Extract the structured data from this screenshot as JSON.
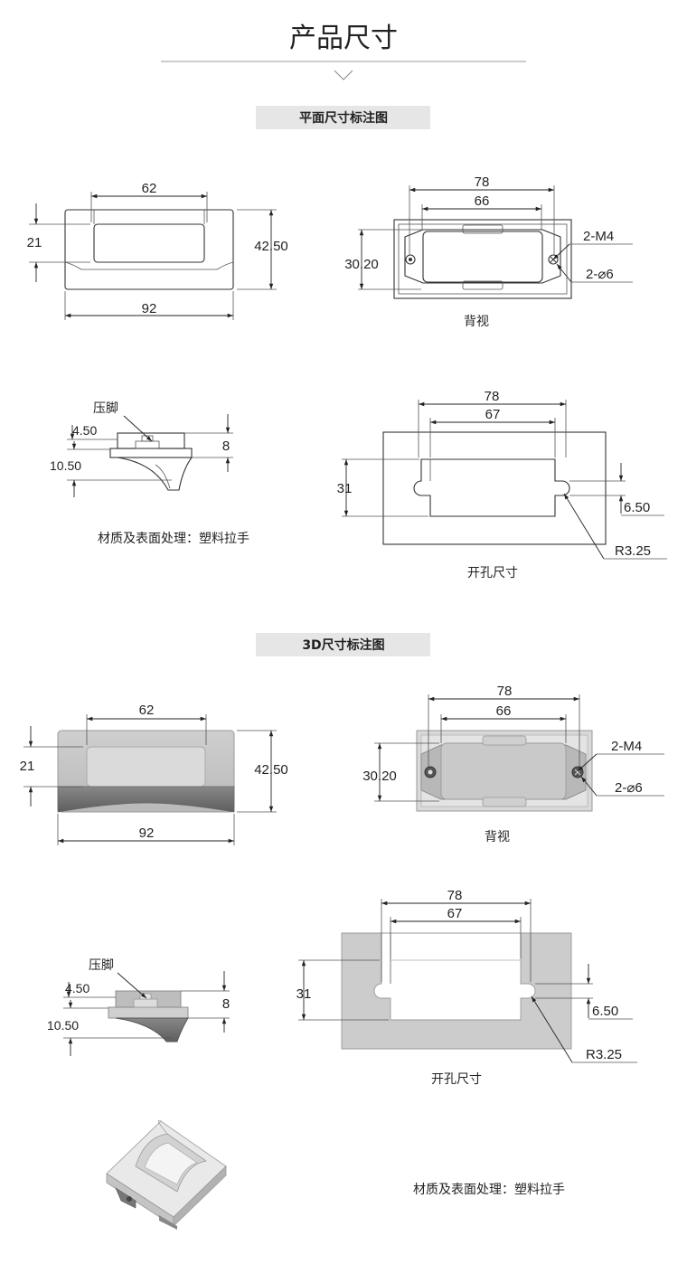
{
  "page_title": "产品尺寸",
  "sections": {
    "plan_title": "平面尺寸标注图",
    "threed_title": "3D尺寸标注图"
  },
  "plan": {
    "front": {
      "width_top": "62",
      "height_inner": "21",
      "height_total": "42.50",
      "width_total": "92"
    },
    "back": {
      "width_outer": "78",
      "width_inner": "66",
      "height": "30.20",
      "thread": "2-M4",
      "hole": "2-⌀6",
      "caption": "背视"
    },
    "side": {
      "foot_label": "压脚",
      "d1": "4.50",
      "d2": "10.50",
      "d3": "8"
    },
    "material": "材质及表面处理：塑料拉手",
    "cutout": {
      "w1": "78",
      "w2": "67",
      "h": "31",
      "notch": "6.50",
      "radius": "R3.25",
      "caption": "开孔尺寸"
    }
  },
  "threed": {
    "front": {
      "width_top": "62",
      "height_inner": "21",
      "height_total": "42.50",
      "width_total": "92"
    },
    "back": {
      "width_outer": "78",
      "width_inner": "66",
      "height": "30.20",
      "thread": "2-M4",
      "hole": "2-⌀6",
      "caption": "背视"
    },
    "side": {
      "foot_label": "压脚",
      "d1": "4.50",
      "d2": "10.50",
      "d3": "8"
    },
    "cutout": {
      "w1": "78",
      "w2": "67",
      "h": "31",
      "notch": "6.50",
      "radius": "R3.25",
      "caption": "开孔尺寸"
    },
    "material": "材质及表面处理：塑料拉手"
  },
  "colors": {
    "banner": "#e6e6e6",
    "fill_light": "#d4d4d4",
    "fill_dark": "#7a7a7a",
    "line": "#222222"
  },
  "icons": {
    "arrow": "chevron-down-icon"
  }
}
